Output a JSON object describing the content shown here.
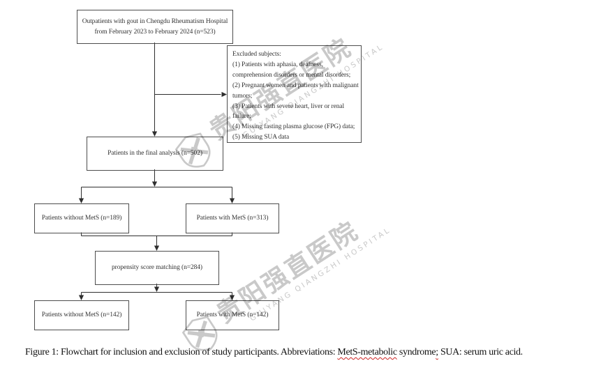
{
  "flowchart": {
    "box_top": {
      "line1": "Outpatients with gout in Chengdu Rheumatism Hospital",
      "line2": "from February 2023 to February 2024 (n=523)"
    },
    "box_excluded": {
      "lines": [
        "Excluded subjects:",
        "(1) Patients with aphasia, deafness,",
        "comprehension disorders or mental disorders;",
        "(2) Pregnant women and patients with malignant",
        "tumors;",
        "(3) Patients with severe heart, liver or renal",
        "failure;",
        "(4) Missing fasting plasma glucose (FPG) data;",
        "(5) Missing SUA data"
      ]
    },
    "box_final": {
      "label": "Patients in the final analysis (n=502)"
    },
    "box_no_mets_unmatched": {
      "label": "Patients without MetS (n=189)"
    },
    "box_mets_unmatched": {
      "label": "Patients with MetS (n=313)"
    },
    "box_psm": {
      "label": "propensity score matching (n=284)"
    },
    "box_no_mets_matched": {
      "label": "Patients without MetS (n=142)"
    },
    "box_mets_matched": {
      "label": "Patients with MetS (n=142)"
    }
  },
  "watermark": {
    "chinese": "贵阳强直医院",
    "english": "GUIYANG QIANGZHI HOSPITAL"
  },
  "caption": {
    "part1": "Figure 1: Flowchart for inclusion and exclusion of study participants. Abbreviations: ",
    "misspelled": "MetS-metabolic",
    "part2": " syndrome",
    "flagged_punct": ";",
    "part3": " SUA: serum uric acid."
  },
  "colors": {
    "box_border": "#4d4d4d",
    "connector_line": "#2e2e2e",
    "text": "#333333",
    "watermark_gray": "#c9c9c9",
    "spellcheck_red": "#cc2222"
  }
}
